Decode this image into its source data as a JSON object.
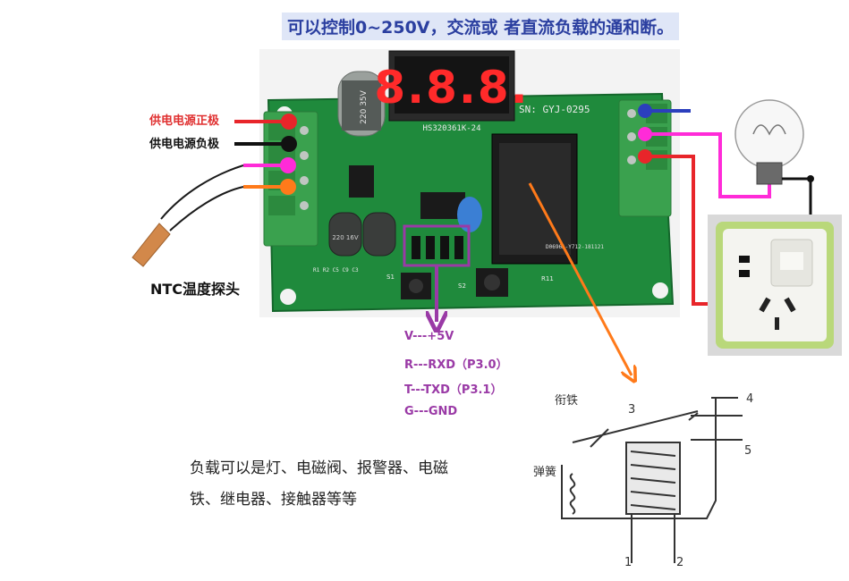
{
  "title": "可以控制0~250V，交流或 者直流负载的通和断。",
  "labels": {
    "supply_positive": "供电电源正极",
    "supply_negative": "供电电源负极",
    "ntc_probe": "NTC温度探头"
  },
  "pins": [
    "V---+5V",
    "R---RXD（P3.0）",
    "T---TXD（P3.1）",
    "G---GND"
  ],
  "load_text": {
    "line1": "负载可以是灯、电磁阀、报警器、电磁",
    "line2": "铁、继电器、接触器等等"
  },
  "board": {
    "display_part": "HS320361K-24",
    "serial": "SN: GYJ-0295",
    "display_digits": "8.8.8.",
    "cap1": "220 35V",
    "cap2": "220 16V",
    "s1": "S1",
    "s2": "S2",
    "r11": "R11",
    "code": "D0696A-Y712-181121",
    "silk_labels": "R1 R2 C5 C9 C3"
  },
  "relay_diagram": {
    "armature": "衔铁",
    "spring": "弹簧",
    "n1": "1",
    "n2": "2",
    "n3": "3",
    "n4": "4",
    "n5": "5"
  },
  "colors": {
    "pcb": "#1f8a3c",
    "terminal": "#3aa14e",
    "wire_red": "#e8252a",
    "wire_magenta": "#ff2bd8",
    "wire_orange": "#ff7a1a",
    "wire_blue": "#2b3fbd",
    "pin_text": "#9a3aa6",
    "title_text": "#2b3fa0",
    "title_bg": "#dfe6f7"
  }
}
